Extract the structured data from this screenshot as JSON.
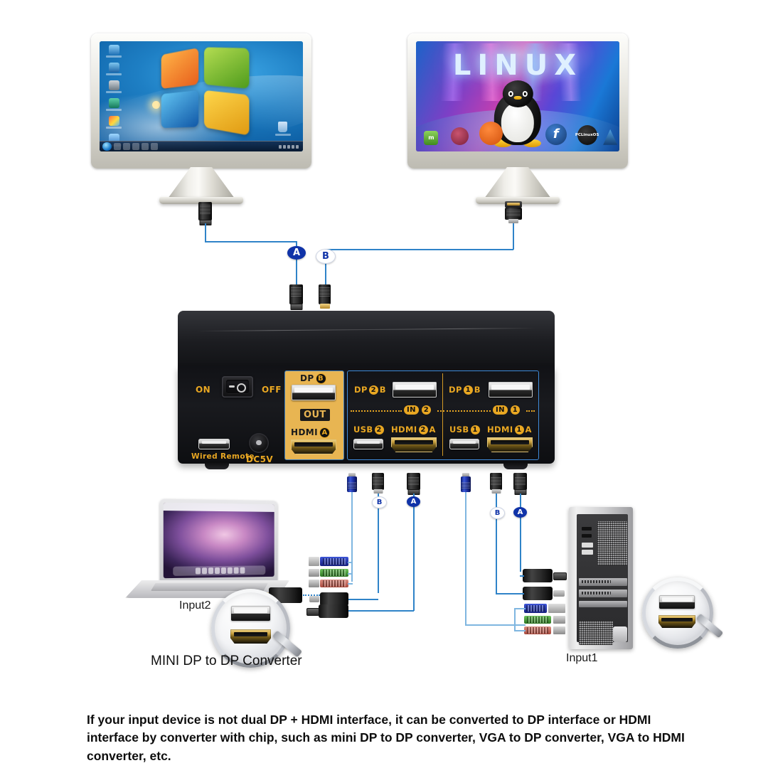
{
  "document": {
    "type": "product-connection-diagram",
    "caption": "If your input device is not dual DP + HDMI interface, it can be converted to DP interface or HDMI interface by converter with chip, such as mini DP to DP converter, VGA to DP converter, VGA to HDMI converter, etc."
  },
  "monitors": {
    "left": {
      "os_label": "",
      "wallpaper": "windows-7",
      "cable_badge": "A",
      "cable_type": "HDMI"
    },
    "right": {
      "os_label": "LINUX",
      "wallpaper": "linux-tux",
      "cable_badge": "B",
      "cable_type": "DP"
    }
  },
  "distros": [
    {
      "name": "Linux Mint",
      "short": "m",
      "color": "#6ebf3f"
    },
    {
      "name": "openSUSE",
      "short": "",
      "color": "#8c2b4a"
    },
    {
      "name": "Ubuntu",
      "short": "",
      "color": "#e8621f"
    },
    {
      "name": "Fedora",
      "short": "f",
      "color": "#1d4f91"
    },
    {
      "name": "PCLinuxOS",
      "short": "PCLinuxOS",
      "color": "#0a0a0a"
    },
    {
      "name": "Arch Linux",
      "short": "A",
      "color": "#1e5fa8"
    }
  ],
  "kvm": {
    "power": {
      "on_label": "ON",
      "off_label": "OFF",
      "switch_state": "off"
    },
    "wired_remote_label": "Wired Remote",
    "dc_label": "DC5V",
    "output_group": {
      "panel_label": "OUT",
      "dp_label": "DP",
      "dp_badge": "B",
      "hdmi_label": "HDMI",
      "hdmi_badge": "A",
      "panel_color": "#E8B552"
    },
    "input_groups": [
      {
        "group_label": "IN",
        "group_number": "2",
        "dp_label": "DP",
        "dp_number": "2",
        "dp_suffix": "B",
        "usb_label": "USB",
        "usb_number": "2",
        "hdmi_label": "HDMI",
        "hdmi_number": "2",
        "hdmi_suffix": "A"
      },
      {
        "group_label": "IN",
        "group_number": "1",
        "dp_label": "DP",
        "dp_number": "1",
        "dp_suffix": "B",
        "usb_label": "USB",
        "usb_number": "1",
        "hdmi_label": "HDMI",
        "hdmi_number": "1",
        "hdmi_suffix": "A"
      }
    ],
    "accent_color": "#E9A722",
    "border_color": "#3f8ad8"
  },
  "cables": {
    "output_badges": [
      "A",
      "B"
    ],
    "input2_badges": [
      "B",
      "A"
    ],
    "input1_badges": [
      "B",
      "A"
    ],
    "wire_color": "#2f83c8"
  },
  "devices": {
    "input2": {
      "label": "Input2",
      "device": "laptop",
      "converter_caption": "MINI DP to DP Converter",
      "magnifier_ports": [
        "DP",
        "HDMI"
      ]
    },
    "input1": {
      "label": "Input1",
      "device": "desktop-tower",
      "magnifier_ports": [
        "DP",
        "HDMI"
      ]
    }
  },
  "audio_plugs": [
    {
      "name": "usb-ps2-adapter",
      "color": "#2338b5"
    },
    {
      "name": "audio-line-out",
      "color": "#4e9c3f"
    },
    {
      "name": "microphone-in",
      "color": "#c46a5e"
    }
  ]
}
